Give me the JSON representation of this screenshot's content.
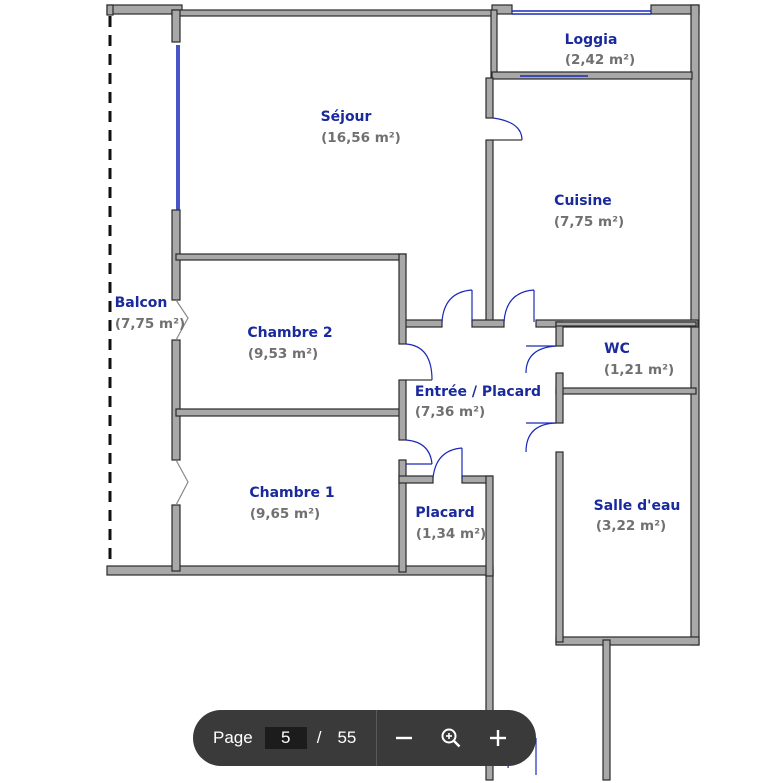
{
  "rooms": {
    "sejour": {
      "name": "Séjour",
      "area": "(16,56 m²)"
    },
    "loggia": {
      "name": "Loggia",
      "area": "(2,42 m²)"
    },
    "cuisine": {
      "name": "Cuisine",
      "area": "(7,75 m²)"
    },
    "balcon": {
      "name": "Balcon",
      "area": "(7,75 m²)"
    },
    "chambre2": {
      "name": "Chambre 2",
      "area": "(9,53 m²)"
    },
    "wc": {
      "name": "WC",
      "area": "(1,21 m²)"
    },
    "entree": {
      "name": "Entrée / Placard",
      "area": "(7,36 m²)"
    },
    "chambre1": {
      "name": "Chambre 1",
      "area": "(9,65 m²)"
    },
    "placard": {
      "name": "Placard",
      "area": "(1,34 m²)"
    },
    "salle_eau": {
      "name": "Salle d'eau",
      "area": "(3,22 m²)"
    }
  },
  "toolbar": {
    "page_label": "Page",
    "page_current": "5",
    "separator": "/",
    "page_total": "55",
    "zoom_out_icon": "minus-icon",
    "zoom_reset_icon": "magnifier-icon",
    "zoom_in_icon": "plus-icon"
  },
  "colors": {
    "wall": "#a8a8a8",
    "room_name": "#1a2a9c",
    "room_area": "#707070",
    "toolbar_bg": "#3a3a3a"
  }
}
